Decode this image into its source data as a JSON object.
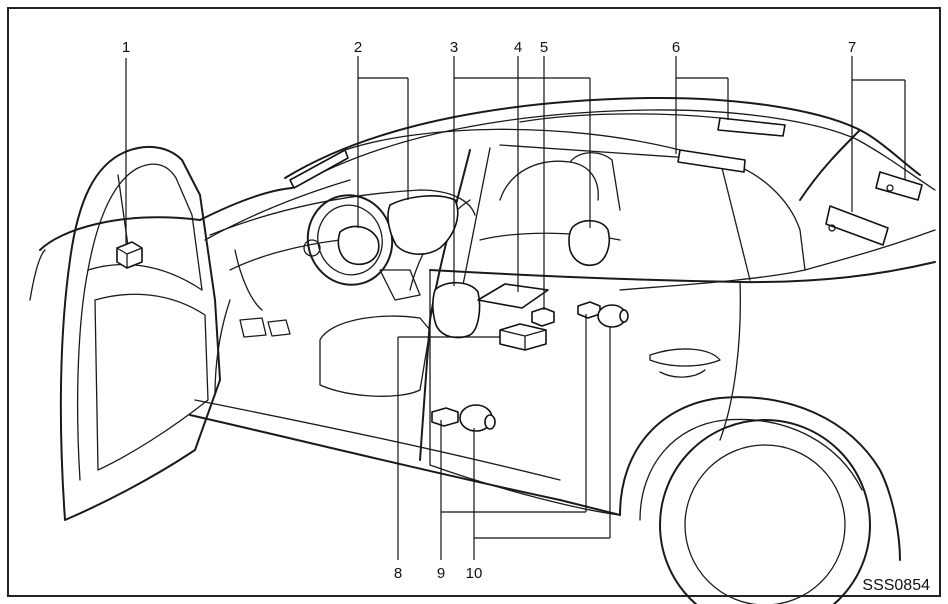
{
  "callouts": [
    "1",
    "2",
    "3",
    "4",
    "5",
    "6",
    "7",
    "8",
    "9",
    "10"
  ],
  "figure_code": "SSS0854",
  "colors": {
    "line": "#1a1a1a",
    "background": "#ffffff"
  }
}
